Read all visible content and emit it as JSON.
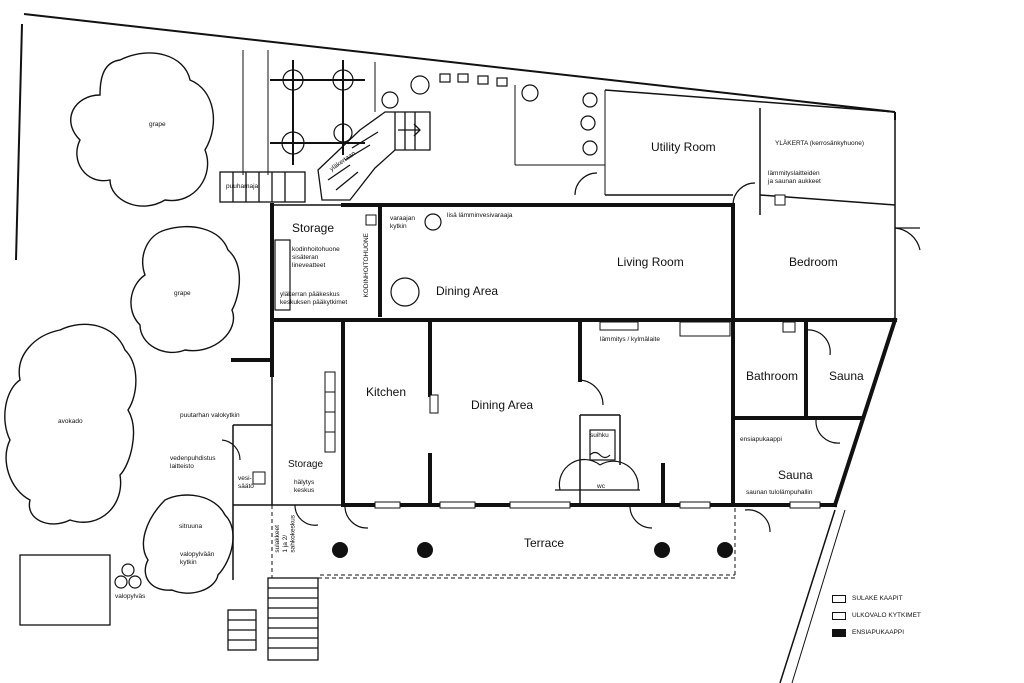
{
  "rooms": {
    "utility_room": "Utility Room",
    "ylakerta": "YLÄKERTA (kerrosänkyhuone)",
    "storage_top": "Storage",
    "living_room": "Living Room",
    "bedroom": "Bedroom",
    "dining_area_upper": "Dining Area",
    "kitchen": "Kitchen",
    "dining_area_lower": "Dining Area",
    "bathroom": "Bathroom",
    "sauna_upper": "Sauna",
    "sauna_lower": "Sauna",
    "storage_bottom": "Storage",
    "terrace": "Terrace"
  },
  "garden": {
    "grape_1": "grape",
    "grape_2": "grape",
    "avokado": "avokado",
    "sitruuna": "sitruuna",
    "puutarhan_valokytkin": "puutarhan valokytkin",
    "vedenpuhdistus": "vedenpuhdistus\nlaitteisto",
    "vesisaato": "vesi-\nsäätö",
    "valopylvaan_kytkin": "valopylvään\nkytkin",
    "valopylvas": "valopylväs",
    "puuhamaja": "puuhamaja",
    "ylakertaan": "yläkertaan"
  },
  "notes": {
    "kodinhoitohuone_sisalla": "kodinhoitohuone\nsisäteran\nlineveatteet",
    "ylakerran_paakeskus": "yläkerran pääkeskus\nkeskuksen pääkytkimet",
    "kodinhoitohuone_vertical": "KODINHOITOHUONE",
    "varaajan_kytkin": "varaajan\nkytkin",
    "lisa_lamminvesivaraaja": "lisä lämminvesivaraaja",
    "lammitys_kylmalaite": "lämmitys / kylmälaite",
    "lammitys_laite": "lämmityslaitteiden\nja saunan aukkeet",
    "suihku": "suihku",
    "wc": "wc",
    "ensiapukaappi": "ensiapukaappi",
    "saunan_tulolammitys": "saunan tulolämpuhallin",
    "halytyskeskus": "hälytys\nkeskus",
    "sulakkeet_vertical": "sulakkeet\n1 ja 2/\nsahkokeskus"
  },
  "legend": [
    {
      "label": "SULAKE KAAPIT",
      "filled": false
    },
    {
      "label": "ULKOVALO KYTKIMET",
      "filled": false
    },
    {
      "label": "ENSIAPUKAAPPI",
      "filled": true
    }
  ],
  "colors": {
    "ink": "#111111",
    "background": "#ffffff"
  }
}
